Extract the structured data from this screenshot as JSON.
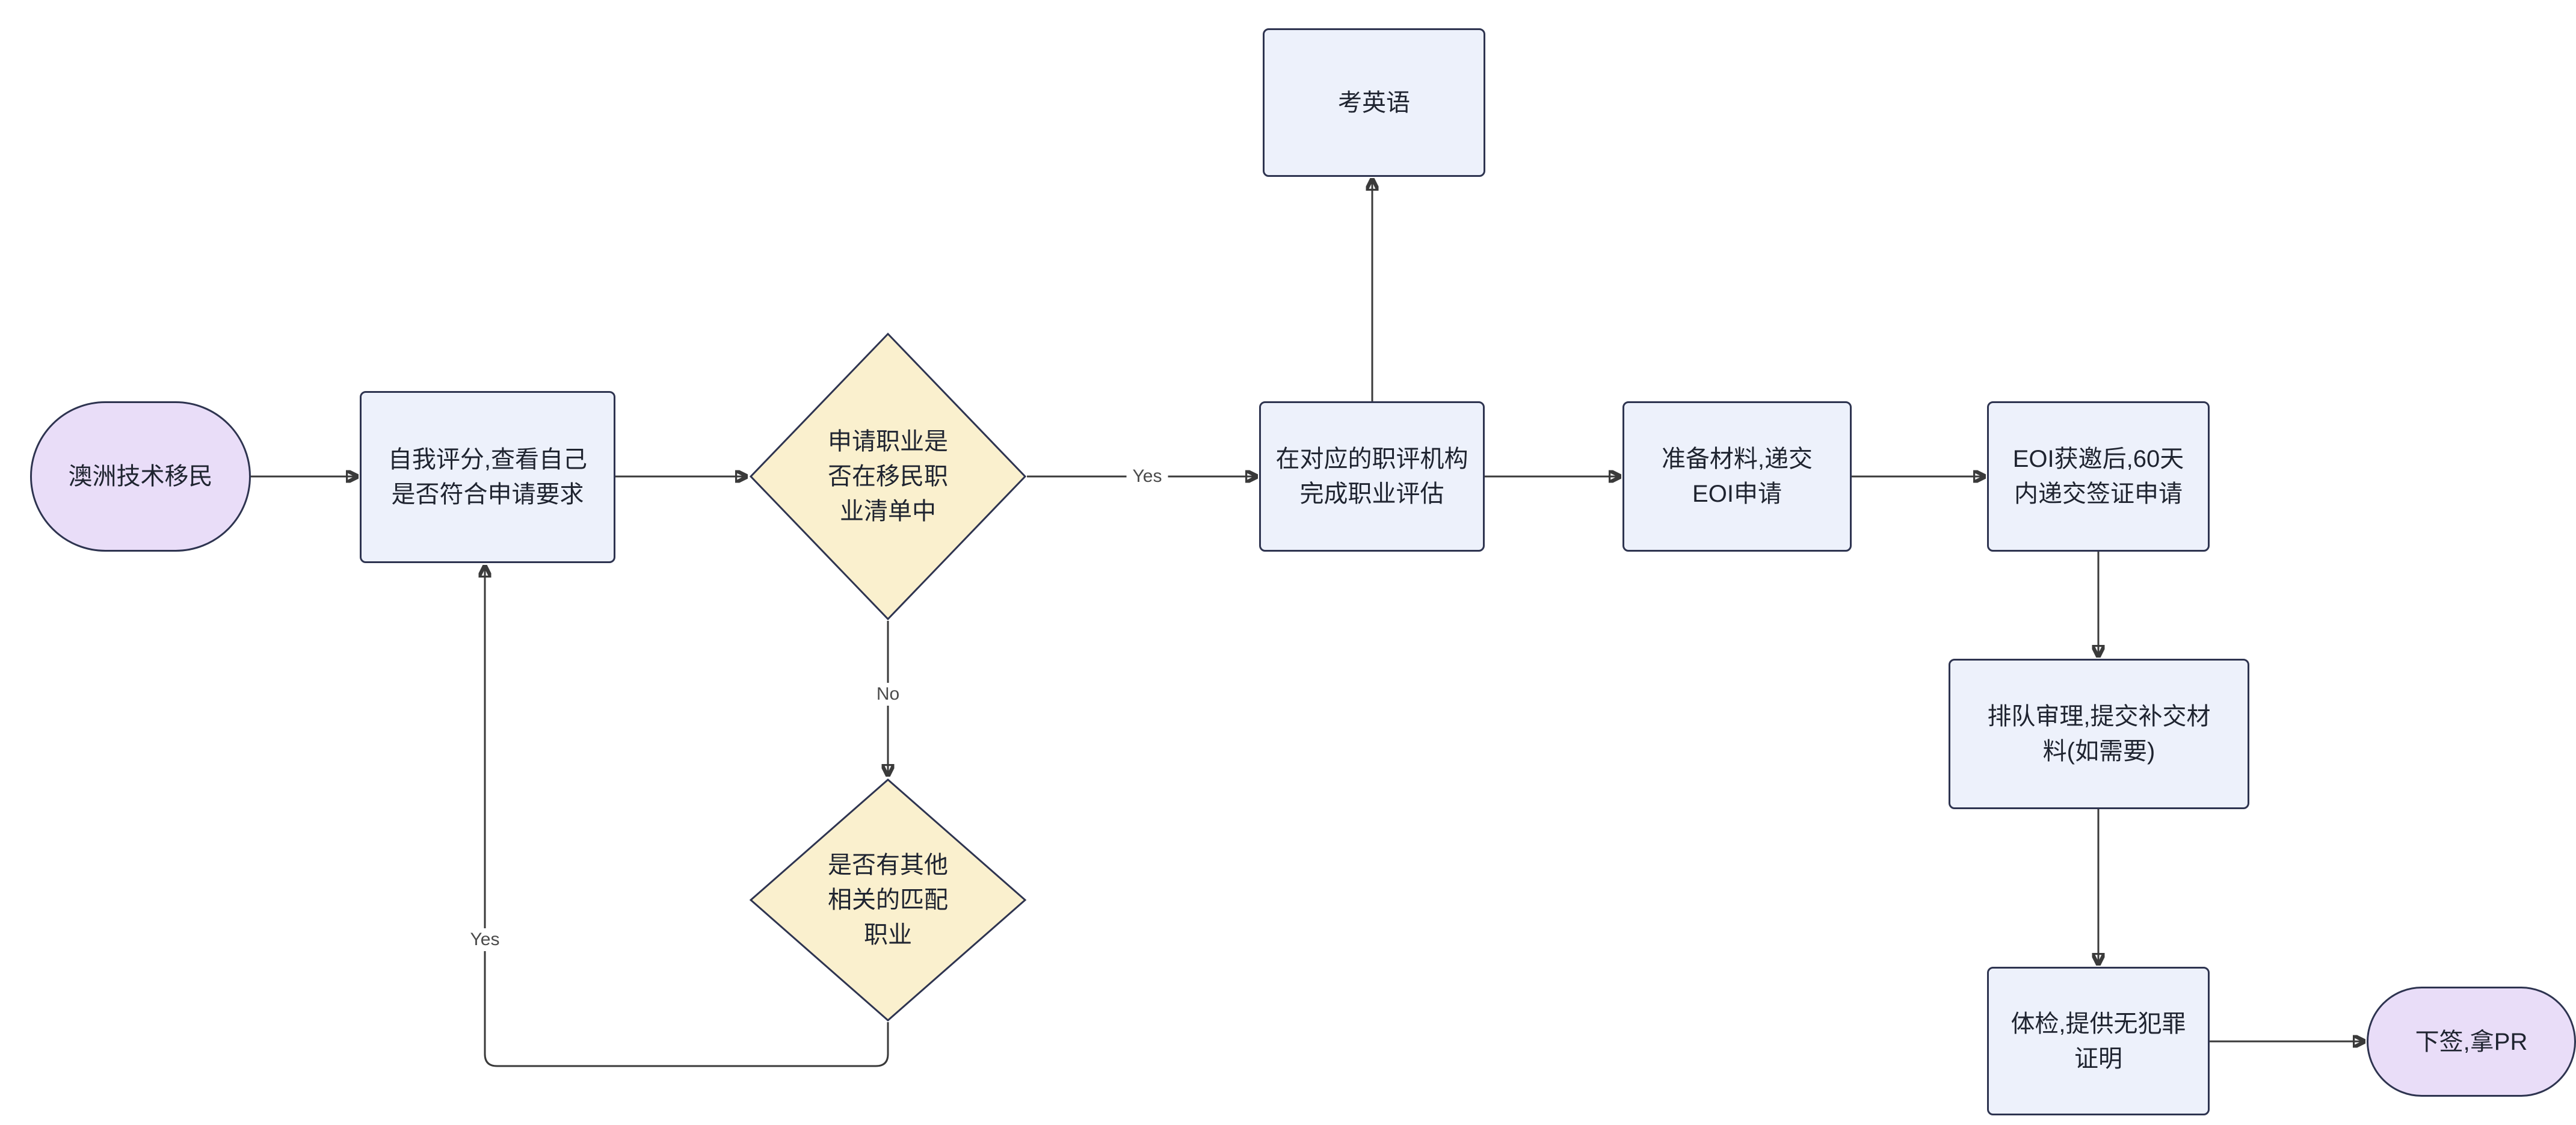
{
  "nodes": {
    "start": {
      "label": "澳洲技术移民"
    },
    "self_score": {
      "label": "自我评分,查看自己\n是否符合申请要求"
    },
    "occupation_list": {
      "label": "申请职业是\n否在移民职\n业清单中"
    },
    "skills_assessment": {
      "label": "在对应的职评机构\n完成职业评估"
    },
    "english_test": {
      "label": "考英语"
    },
    "eoi": {
      "label": "准备材料,递交\nEOI申请"
    },
    "visa_apply": {
      "label": "EOI获邀后,60天\n内递交签证申请"
    },
    "queue": {
      "label": "排队审理,提交补交材\n料(如需要)"
    },
    "health_check": {
      "label": "体检,提供无犯罪\n证明"
    },
    "end": {
      "label": "下签,拿PR"
    },
    "other_occupation": {
      "label": "是否有其他\n相关的匹配\n职业"
    }
  },
  "edge_labels": {
    "yes_to_assessment": "Yes",
    "no_to_other": "No",
    "yes_back_to_score": "Yes"
  },
  "colors": {
    "stadium_fill": "#e9ddf8",
    "rect_fill": "#edf1fb",
    "diamond_fill": "#faf0ce",
    "node_border": "#2e3450",
    "edge": "#3a3a3a",
    "edge_label_text": "#4b4b4b"
  }
}
